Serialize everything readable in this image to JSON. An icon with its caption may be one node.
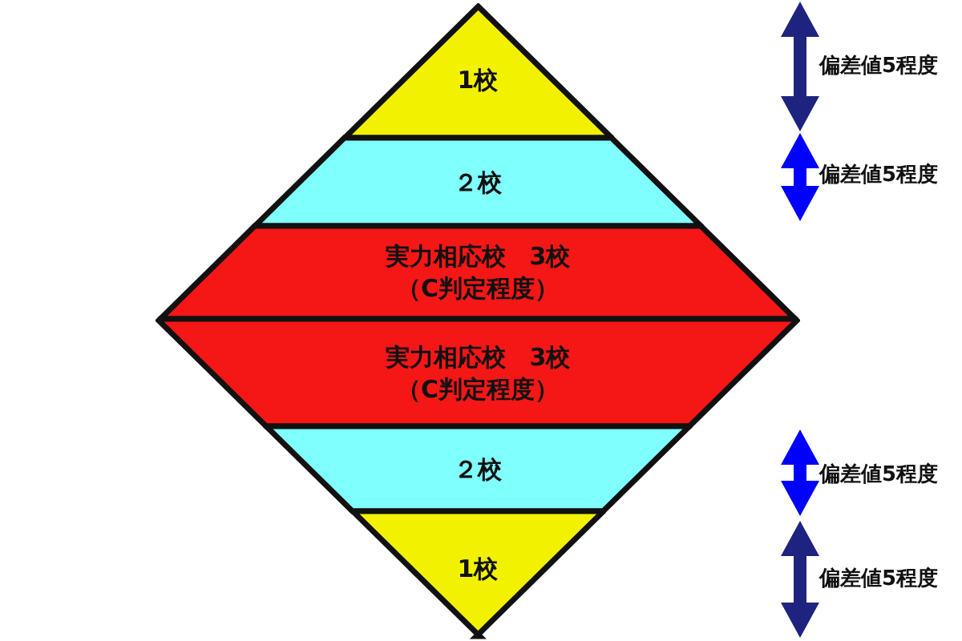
{
  "diagram": {
    "nodes": [
      {
        "text": [
          "1校"
        ]
      },
      {
        "text": [
          "２校"
        ]
      },
      {
        "text": [
          "実力相応校　3校",
          "（C判定程度）"
        ]
      },
      {
        "text": [
          "実力相応校　3校",
          "（C判定程度）"
        ]
      },
      {
        "text": [
          "２校"
        ]
      },
      {
        "text": [
          "1校"
        ]
      }
    ],
    "labels": [
      "偏差値5程度",
      "偏差値5程度",
      "偏差値5程度",
      "偏差値5程度"
    ]
  }
}
